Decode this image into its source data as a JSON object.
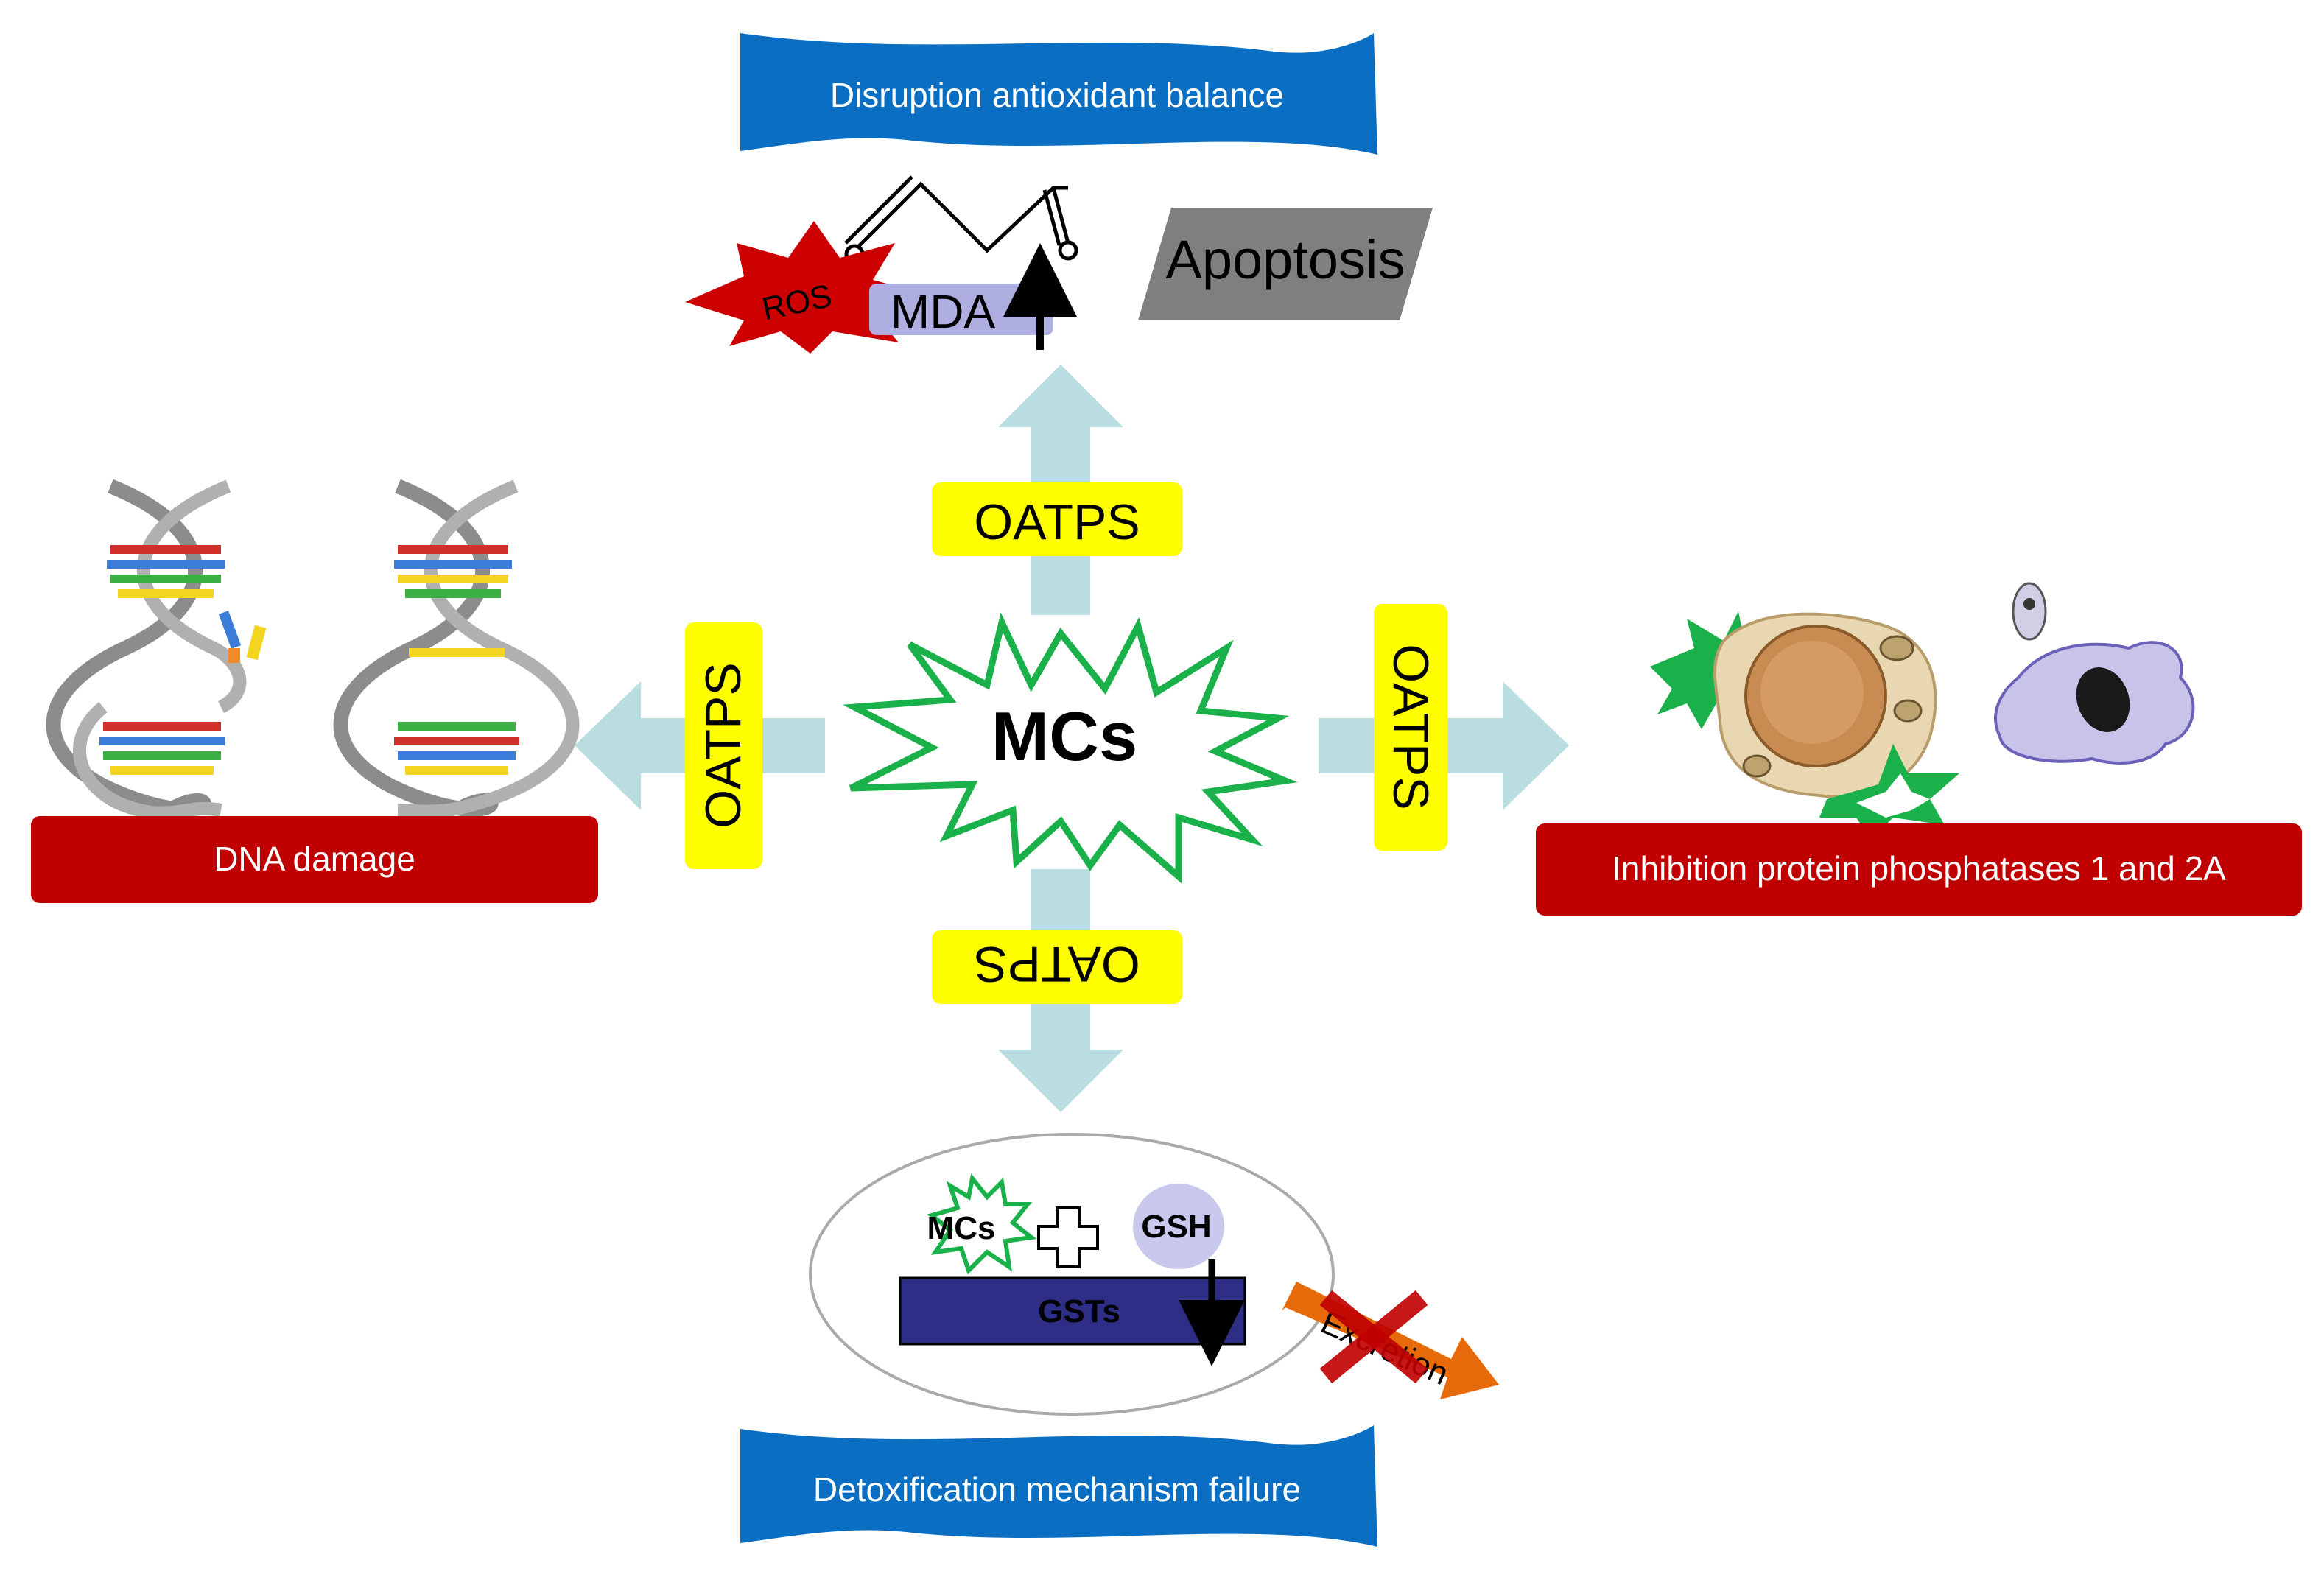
{
  "center": {
    "label": "MCs"
  },
  "transporter_labels": {
    "top": "OATPS",
    "left": "OATPS",
    "right": "OATPS",
    "bottom": "OATPS"
  },
  "top_module": {
    "banner": "Disruption antioxidant balance",
    "ros": "ROS",
    "mda": "MDA",
    "apoptosis": "Apoptosis"
  },
  "left_module": {
    "banner": "DNA damage"
  },
  "right_module": {
    "banner": "Inhibition protein phosphatases 1 and 2A"
  },
  "bottom_module": {
    "banner": "Detoxification mechanism failure",
    "mcs": "MCs",
    "gsh": "GSH",
    "gsts": "GSTs",
    "excretion": "Excretion"
  },
  "colors": {
    "banner_blue": "#0a6fc2",
    "banner_red": "#c00000",
    "arrow_cyan": "#b9dde0",
    "label_yellow": "#ffff00",
    "star_green": "#1ab04a",
    "ros_red": "#cc0000",
    "mda_lavender": "#aeaee0",
    "apoptosis_gray": "#7f7f7f",
    "gsts_navy": "#2e2e86",
    "gsh_lavender": "#c9c9ee",
    "excretion_orange": "#e66a0a"
  }
}
